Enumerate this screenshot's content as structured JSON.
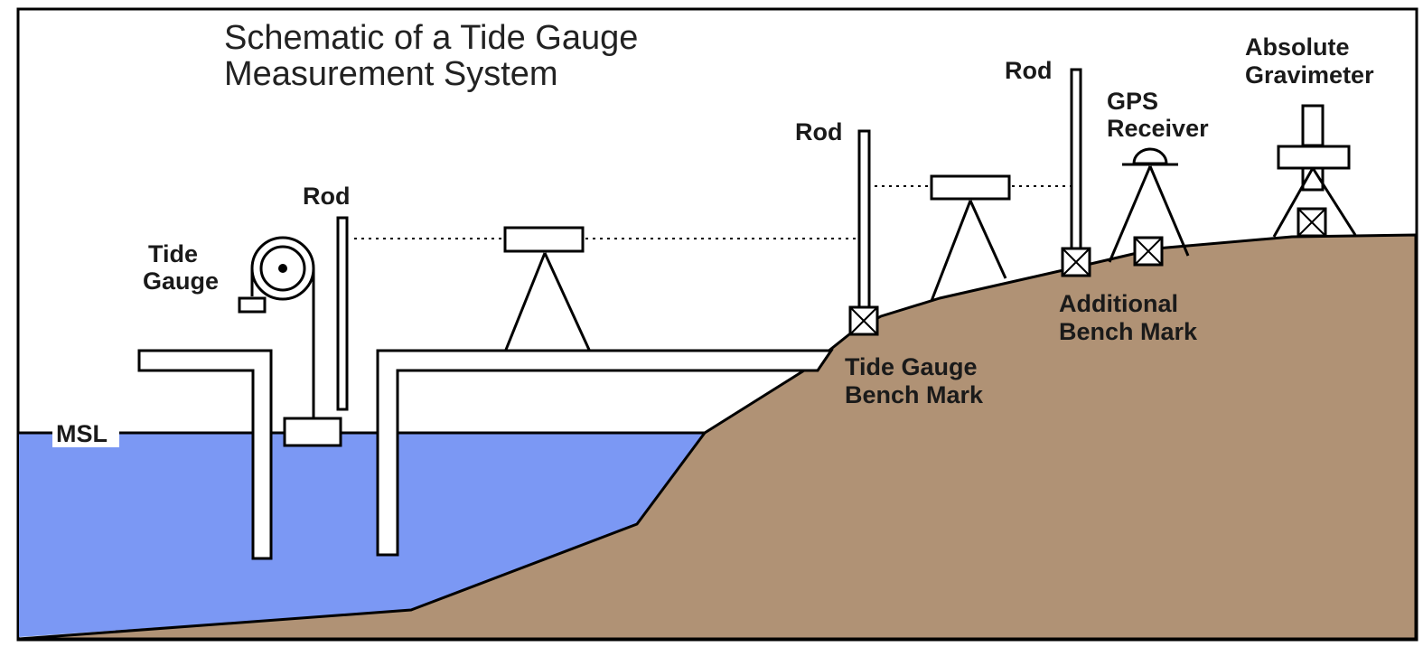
{
  "title": {
    "line1": "Schematic of a Tide Gauge",
    "line2": "Measurement System"
  },
  "labels": {
    "rod_left": "Rod",
    "tide_gauge_line1": "Tide",
    "tide_gauge_line2": "Gauge",
    "msl": "MSL",
    "rod_middle": "Rod",
    "rod_right": "Rod",
    "tide_gauge_bench_mark_line1": "Tide Gauge",
    "tide_gauge_bench_mark_line2": "Bench Mark",
    "additional_bench_mark_line1": "Additional",
    "additional_bench_mark_line2": "Bench Mark",
    "gps_receiver_line1": "GPS",
    "gps_receiver_line2": "Receiver",
    "absolute_gravimeter_line1": "Absolute",
    "absolute_gravimeter_line2": "Gravimeter"
  },
  "colors": {
    "water": "#7b98f4",
    "land": "#b09275",
    "outline": "#000000",
    "background": "#ffffff"
  }
}
